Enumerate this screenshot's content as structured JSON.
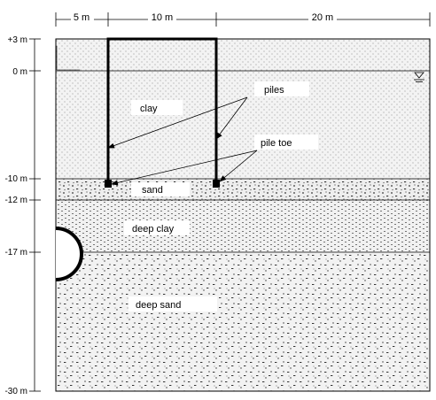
{
  "dimensions": [
    "5 m",
    "10 m",
    "20 m"
  ],
  "elevations": [
    "+3 m",
    "0 m",
    "-10 m",
    "-12 m",
    "-17 m",
    "-30 m"
  ],
  "layers": {
    "clay": "clay",
    "sand": "sand",
    "deep_clay": "deep clay",
    "deep_sand": "deep sand"
  },
  "annotations": {
    "piles": "piles",
    "pile_toe": "pile toe"
  },
  "colors": {
    "line": "#000000",
    "label_box": "#ffffff",
    "soil_fill": "#f0f0f0"
  }
}
